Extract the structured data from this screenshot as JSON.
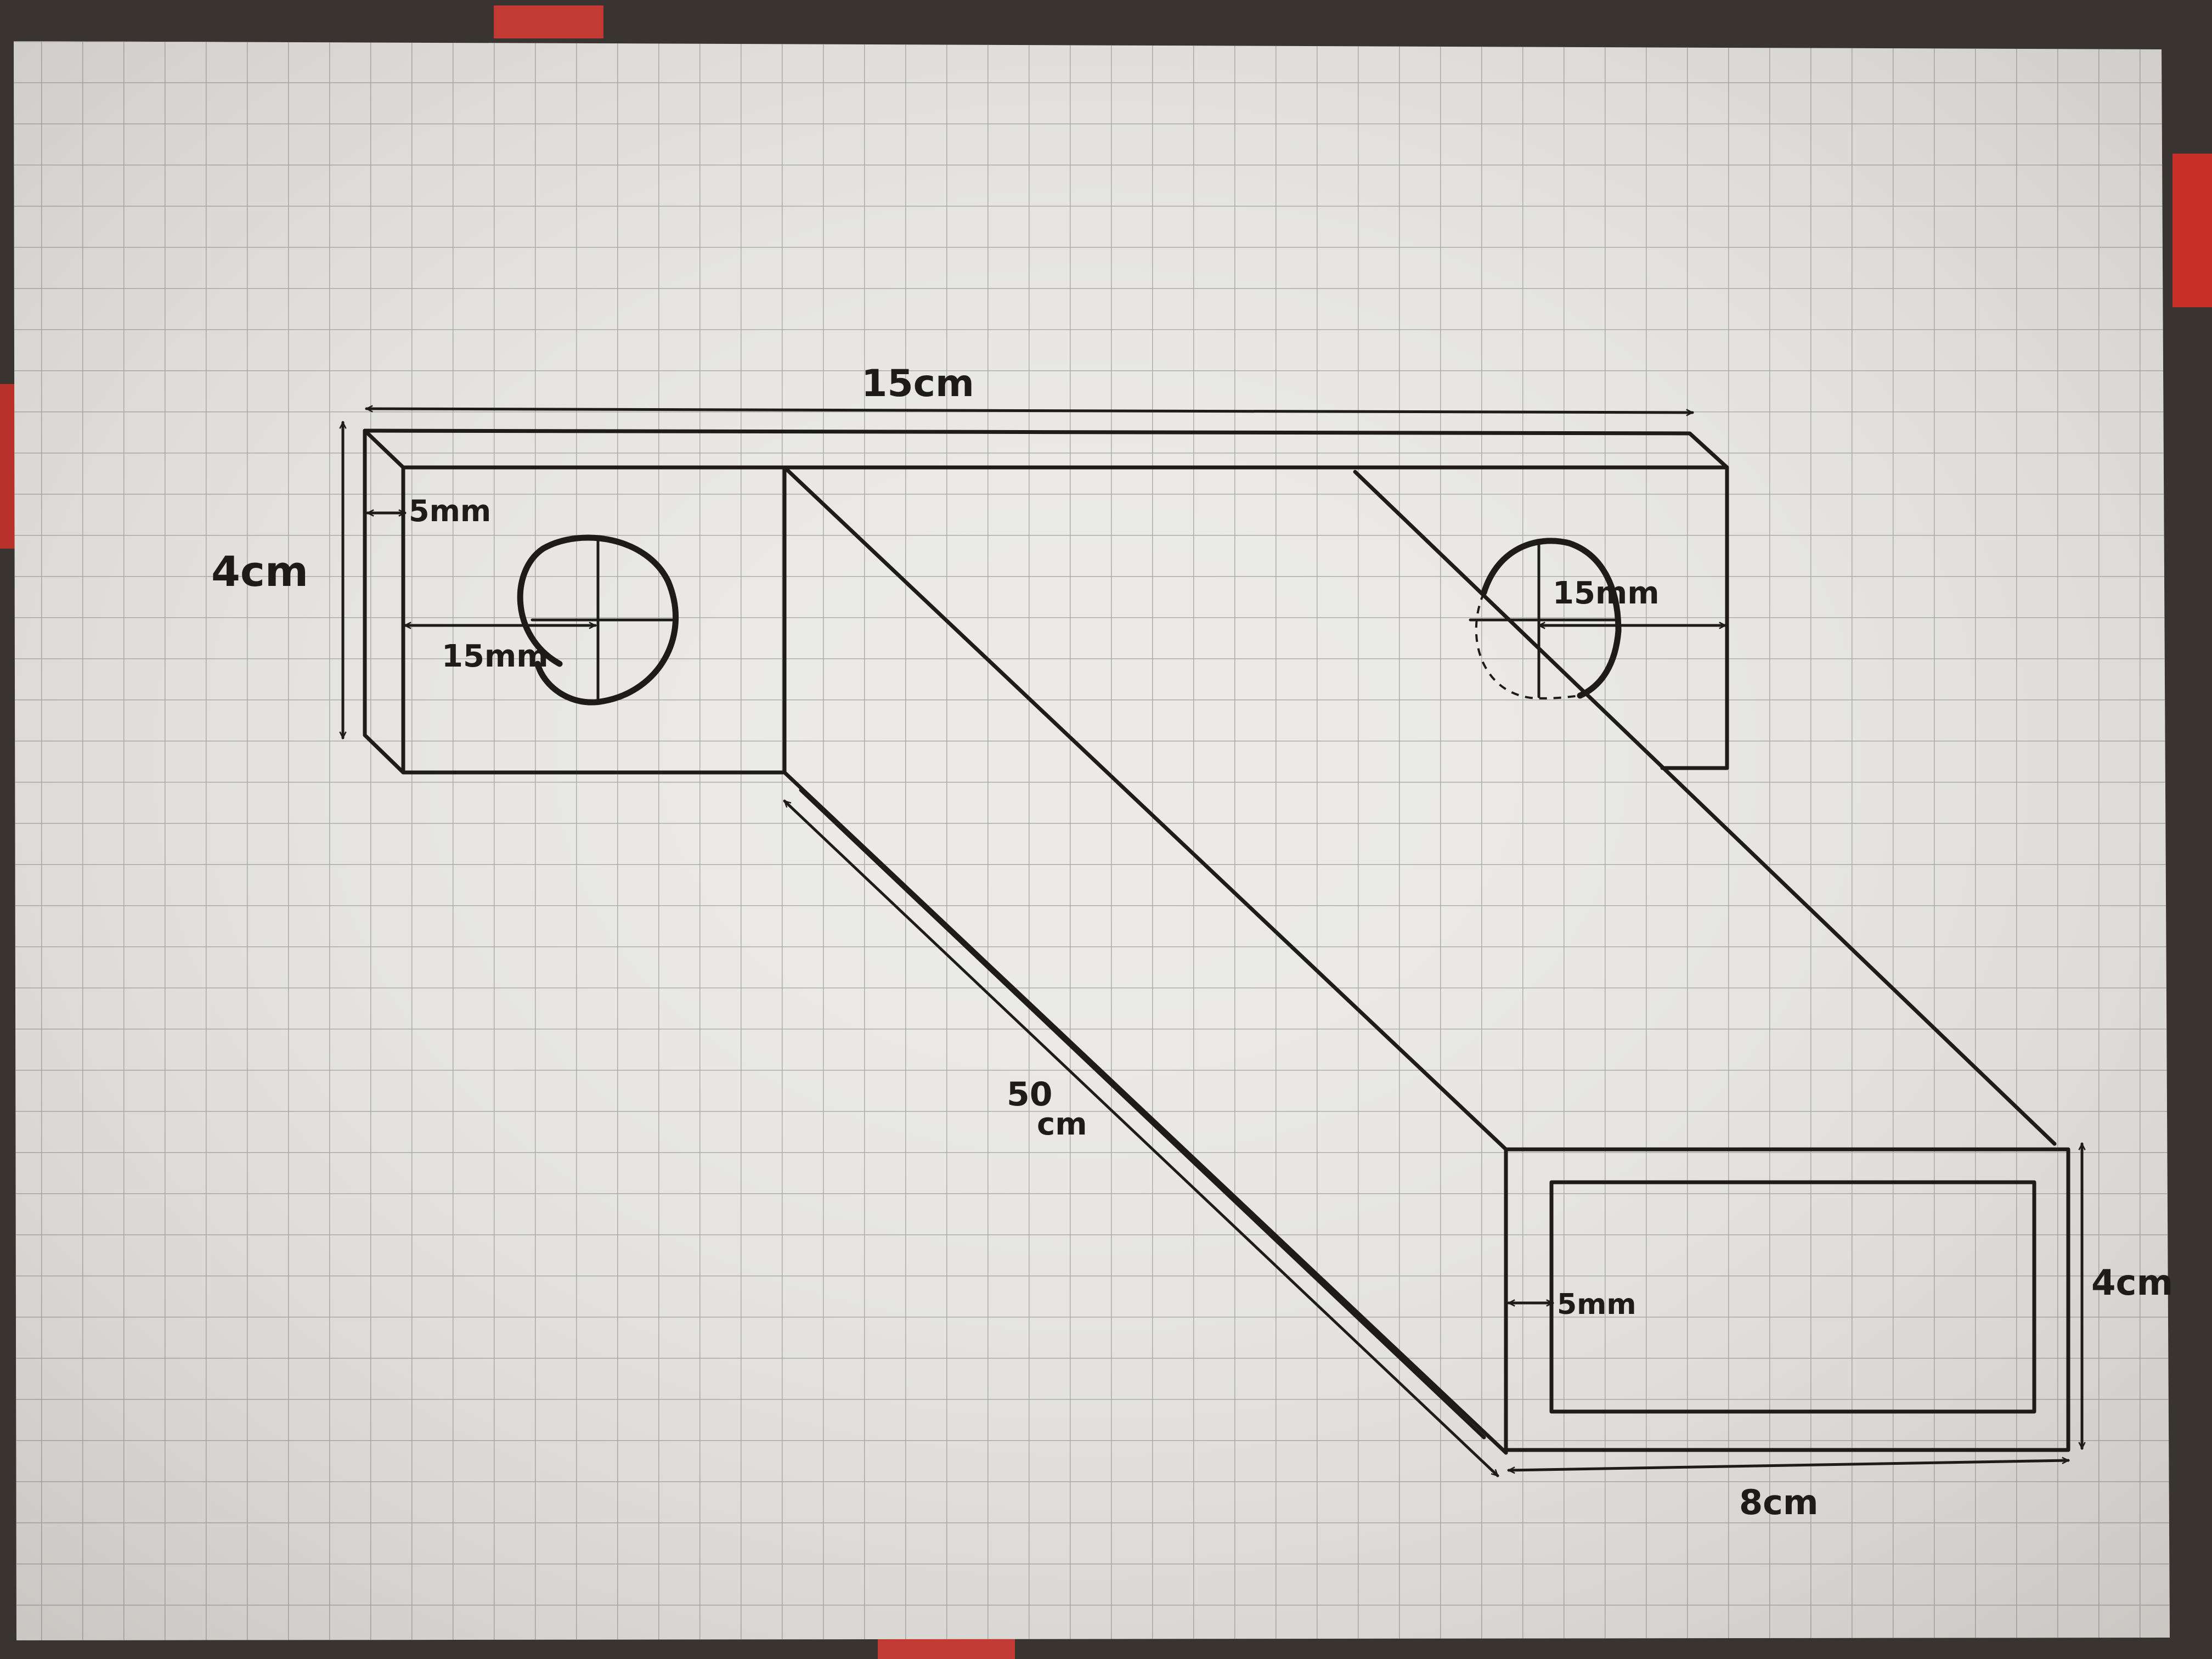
{
  "drawing": {
    "labels": {
      "top_length": "15cm",
      "left_height": "4cm",
      "left_wall": "5mm",
      "left_hole_offset": "15mm",
      "right_hole_offset": "15mm",
      "ramp_length_line1": "50",
      "ramp_length_line2": "cm",
      "end_wall": "5mm",
      "end_height": "4cm",
      "end_width": "8cm"
    }
  },
  "colors": {
    "paper": "#ebeae6",
    "grid": "#a9aaa8",
    "ink": "#1e1b1a",
    "backdrop": "#3a3430"
  }
}
